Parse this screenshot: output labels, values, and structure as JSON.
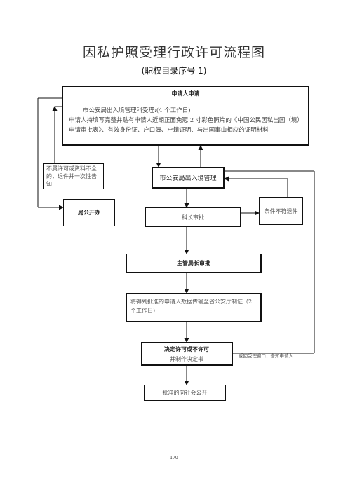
{
  "header": {
    "title": "因私护照受理行政许可流程图",
    "subtitle": "(职权目录序号 1)"
  },
  "nodes": {
    "applicant": {
      "title": "申请人申请",
      "line1": "市公安局出入境管理科受理:(4 个工作日)",
      "line2": "申请人持填写完整并贴有申请人近期正面免冠 2 寸彩色照片的《中国公民因私出国（境）申请审批表》、有效身份证、户口簿、户籍证明、与出国事由相应的证明材料"
    },
    "reject_notice": "不属许可或资料不全的，退件并一次性告知",
    "city_bureau": "市公安局出入境管理",
    "bureau_office": "局公开办",
    "section_chief": "科长审批",
    "condition_fail": "条件不符退件",
    "director": "主管局长审批",
    "transmit": "将得到批准的申请人数据传输至省公安厅制证（2 个工作日）",
    "decision_title": "决定许可或不许可",
    "decision_sub": "并制作决定书",
    "return_note": "返回受理窗口，告知申请人",
    "publish": "批准的向社会公开"
  },
  "footer": {
    "page_number": "170"
  }
}
